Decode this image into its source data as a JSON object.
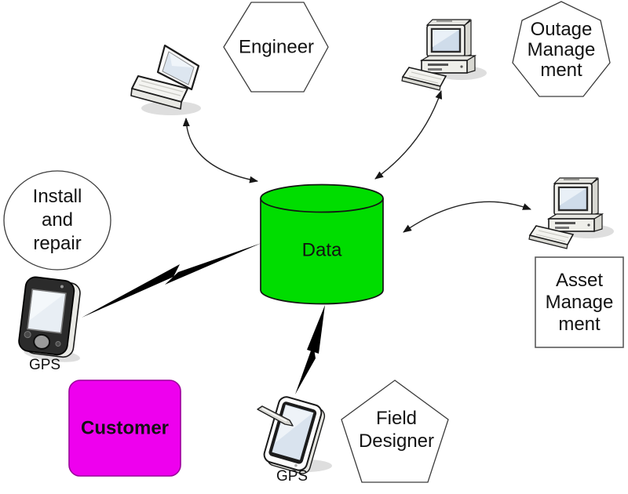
{
  "hub": {
    "label": "Data",
    "shape": "cylinder",
    "fill": "#00dd00"
  },
  "nodes": {
    "engineer": {
      "label": "Engineer",
      "shape": "hexagon"
    },
    "outage_management": {
      "label": "Outage\nManage\nment",
      "shape": "heptagon"
    },
    "asset_management": {
      "label": "Asset\nManage\nment",
      "shape": "rectangle"
    },
    "install_and_repair": {
      "label": "Install\nand\nrepair",
      "shape": "circle"
    },
    "field_designer": {
      "label": "Field\nDesigner",
      "shape": "pentagon"
    },
    "customer": {
      "label": "Customer",
      "shape": "rounded-rectangle",
      "fill": "#ee00ee",
      "border": "#9b009b"
    }
  },
  "devices": {
    "laptop": {
      "icon": "laptop-icon"
    },
    "workstation_top": {
      "icon": "desktop-computer-icon"
    },
    "workstation_right": {
      "icon": "desktop-computer-icon"
    },
    "gps_handheld": {
      "icon": "gps-handheld-icon",
      "label": "GPS"
    },
    "gps_tablet": {
      "icon": "gps-tablet-icon",
      "label": "GPS"
    }
  },
  "connectors": {
    "laptop_data": {
      "type": "curved-double-arrow"
    },
    "workstation_top_data": {
      "type": "curved-double-arrow"
    },
    "data_workstation_right": {
      "type": "curved-double-arrow"
    },
    "gps_handheld_data": {
      "type": "lightning-bolt"
    },
    "data_gps_tablet": {
      "type": "lightning-bolt"
    }
  }
}
